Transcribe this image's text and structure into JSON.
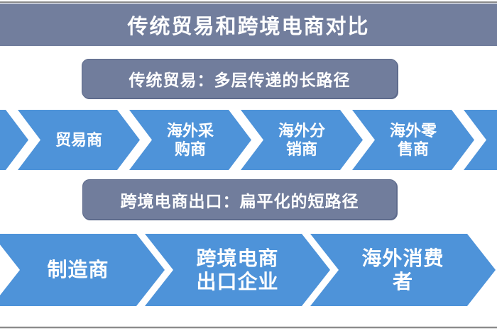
{
  "title": "传统贸易和跨境电商对比",
  "colors": {
    "slate_header": "#727e9d",
    "arrow_blue": "#4e93d9",
    "divider_gray": "#8a8a8a",
    "text_white": "#ffffff"
  },
  "sections": [
    {
      "header": "传统贸易：多层传递的长路径",
      "steps": [
        "贸易商",
        "海外采\n购商",
        "海外分\n销商",
        "海外零\n售商"
      ]
    },
    {
      "header": "跨境电商出口：扁平化的短路径",
      "steps": [
        "制造商",
        "跨境电商\n出口企业",
        "海外消费\n者"
      ]
    }
  ]
}
